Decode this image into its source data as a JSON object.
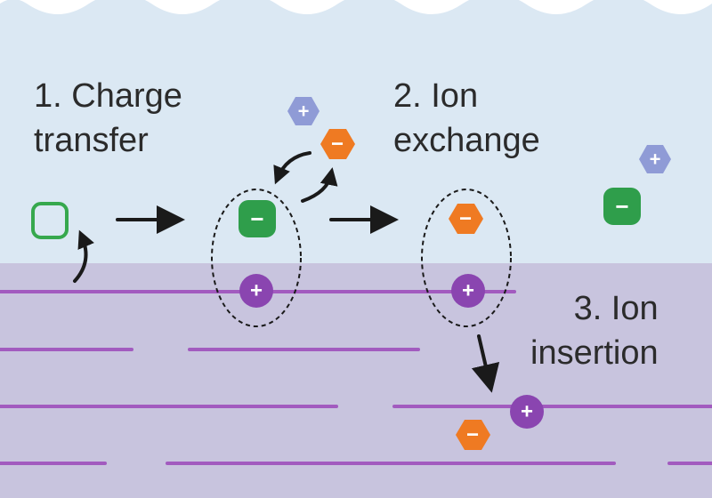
{
  "labels": {
    "step1": {
      "line1": "1. Charge",
      "line2": "transfer"
    },
    "step2": {
      "line1": "2. Ion",
      "line2": "exchange"
    },
    "step3": {
      "line1": "3. Ion",
      "line2": "insertion"
    }
  },
  "signs": {
    "plus": "+",
    "minus": "−"
  },
  "colors": {
    "solution": "#dbe8f3",
    "solid": "#c8c4de",
    "host_layer": "#a25bbf",
    "anion_green": "#2f9e4b",
    "anion_orange": "#ef7a22",
    "cation_purple": "#8a45b0",
    "cation_lavender": "#8f9bd6",
    "empty_site": "#36a84d",
    "arrow": "#1a1a1a"
  },
  "icons": {
    "empty_site": "empty-site-square-icon",
    "anion_green": "minus-rounded-square-icon",
    "anion_orange": "minus-hexagon-icon",
    "cation_purple": "plus-circle-icon",
    "cation_lavender": "plus-hexagon-icon"
  }
}
